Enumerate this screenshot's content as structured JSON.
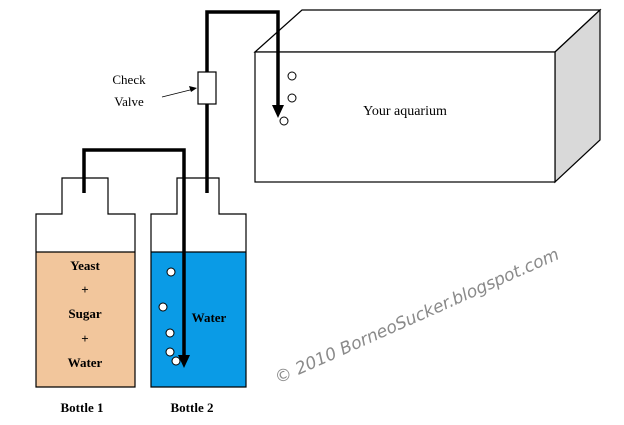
{
  "check_valve": {
    "line1": "Check",
    "line2": "Valve"
  },
  "aquarium": {
    "label": "Your aquarium"
  },
  "bottle1": {
    "contents": [
      "Yeast",
      "+",
      "Sugar",
      "+",
      "Water"
    ],
    "label": "Bottle 1",
    "liquid_color": "#f2c69c"
  },
  "bottle2": {
    "contents": "Water",
    "label": "Bottle 2",
    "liquid_color": "#0a9be6"
  },
  "watermark": "© 2010 BorneoSucker.blogspot.com",
  "colors": {
    "line": "#000000",
    "tank_side": "#d9d9d9",
    "watermark": "#8a8a8a"
  }
}
